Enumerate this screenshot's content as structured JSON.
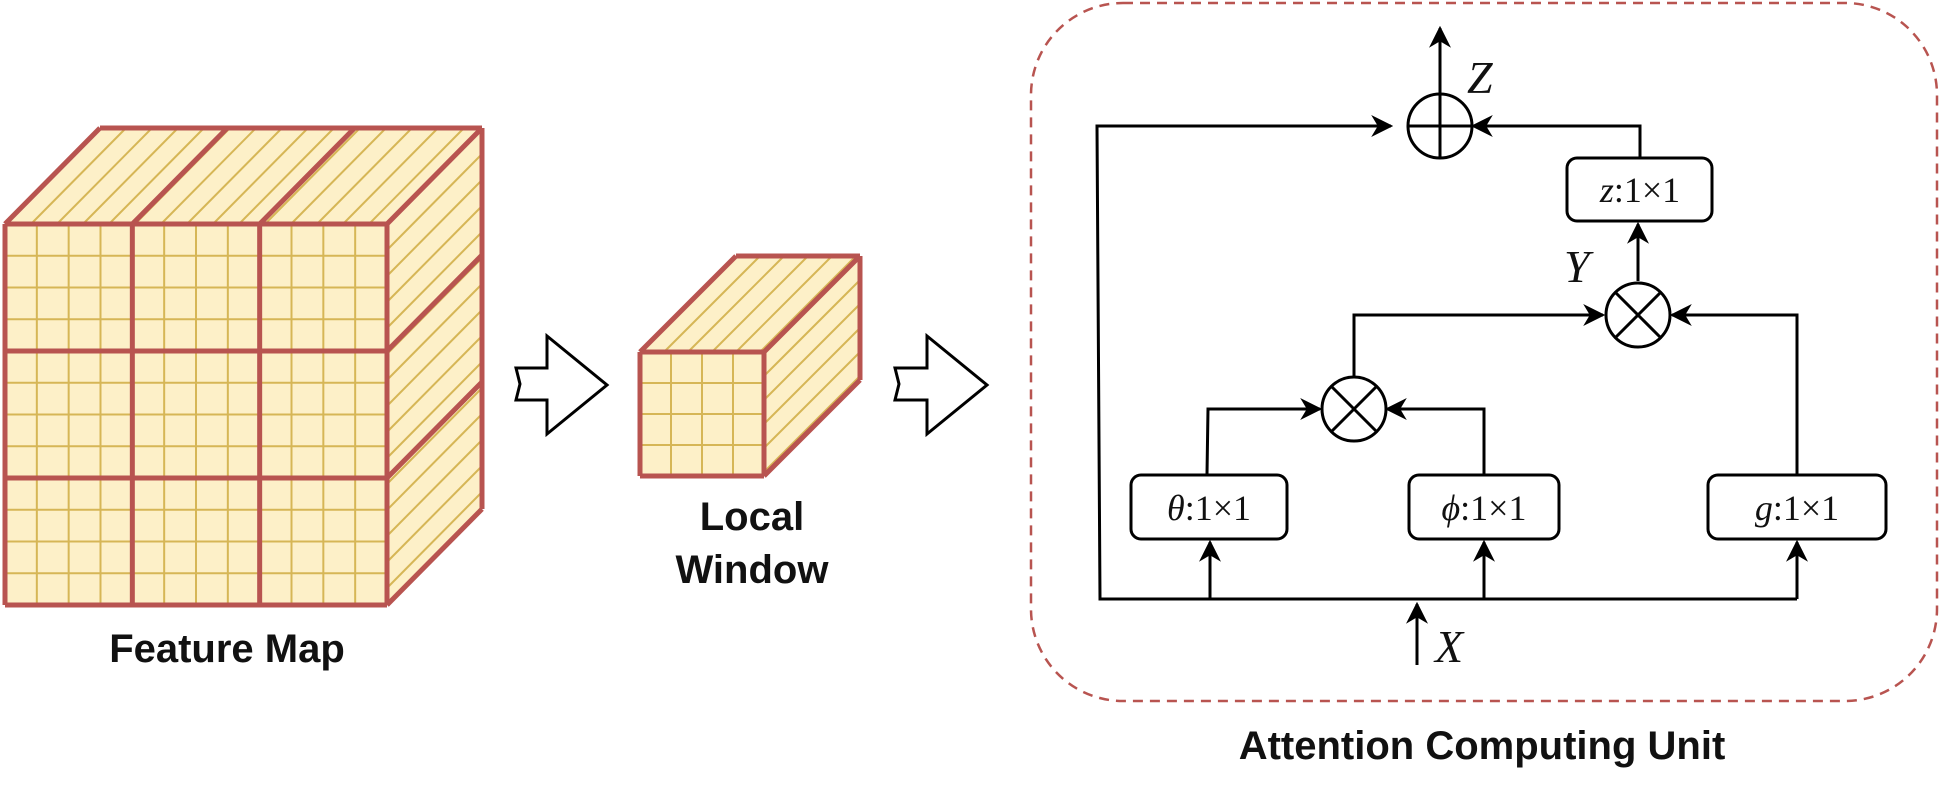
{
  "feature_map": {
    "caption": "Feature Map"
  },
  "local_window": {
    "caption_line1": "Local",
    "caption_line2": "Window"
  },
  "attention_unit": {
    "caption": "Attention Computing Unit",
    "input_label": "X",
    "output_label": "Z",
    "y_label": "Y",
    "theta_block": {
      "symbol": "θ",
      "op": ":1×1"
    },
    "phi_block": {
      "symbol": "ϕ",
      "op": ":1×1"
    },
    "g_block": {
      "symbol": "g",
      "op": ":1×1"
    },
    "z_block": {
      "symbol": "z",
      "op": ":1×1"
    }
  },
  "colors": {
    "cube_fill": "#fdf0c8",
    "cube_border": "#b85450",
    "grid_line": "#d6b656",
    "dashed_border": "#b85450",
    "stroke": "#000000"
  }
}
